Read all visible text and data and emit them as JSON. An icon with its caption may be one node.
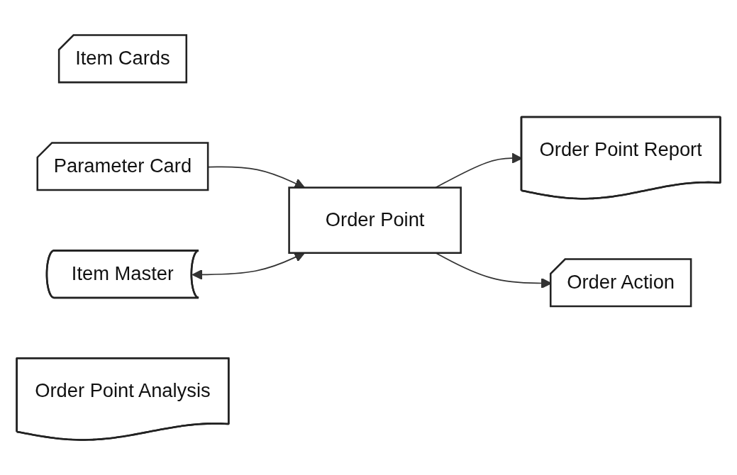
{
  "diagram": {
    "nodes": [
      {
        "text": [
          "Item Cards"
        ]
      },
      {
        "text": [
          "Parameter Card"
        ]
      },
      {
        "text": [
          "Item Master"
        ]
      },
      {
        "text": [
          "Order Point"
        ]
      },
      {
        "text": [
          "Order Point Analysis"
        ]
      },
      {
        "text": [
          "Order Point Report"
        ]
      },
      {
        "text": [
          "Order Action"
        ]
      }
    ],
    "edges": [
      {
        "from": 1,
        "to": 3,
        "arrow": "to"
      },
      {
        "from": 2,
        "to": 3,
        "arrow": "both"
      },
      {
        "from": 3,
        "to": 5,
        "arrow": "to"
      },
      {
        "from": 3,
        "to": 6,
        "arrow": "to"
      }
    ]
  }
}
